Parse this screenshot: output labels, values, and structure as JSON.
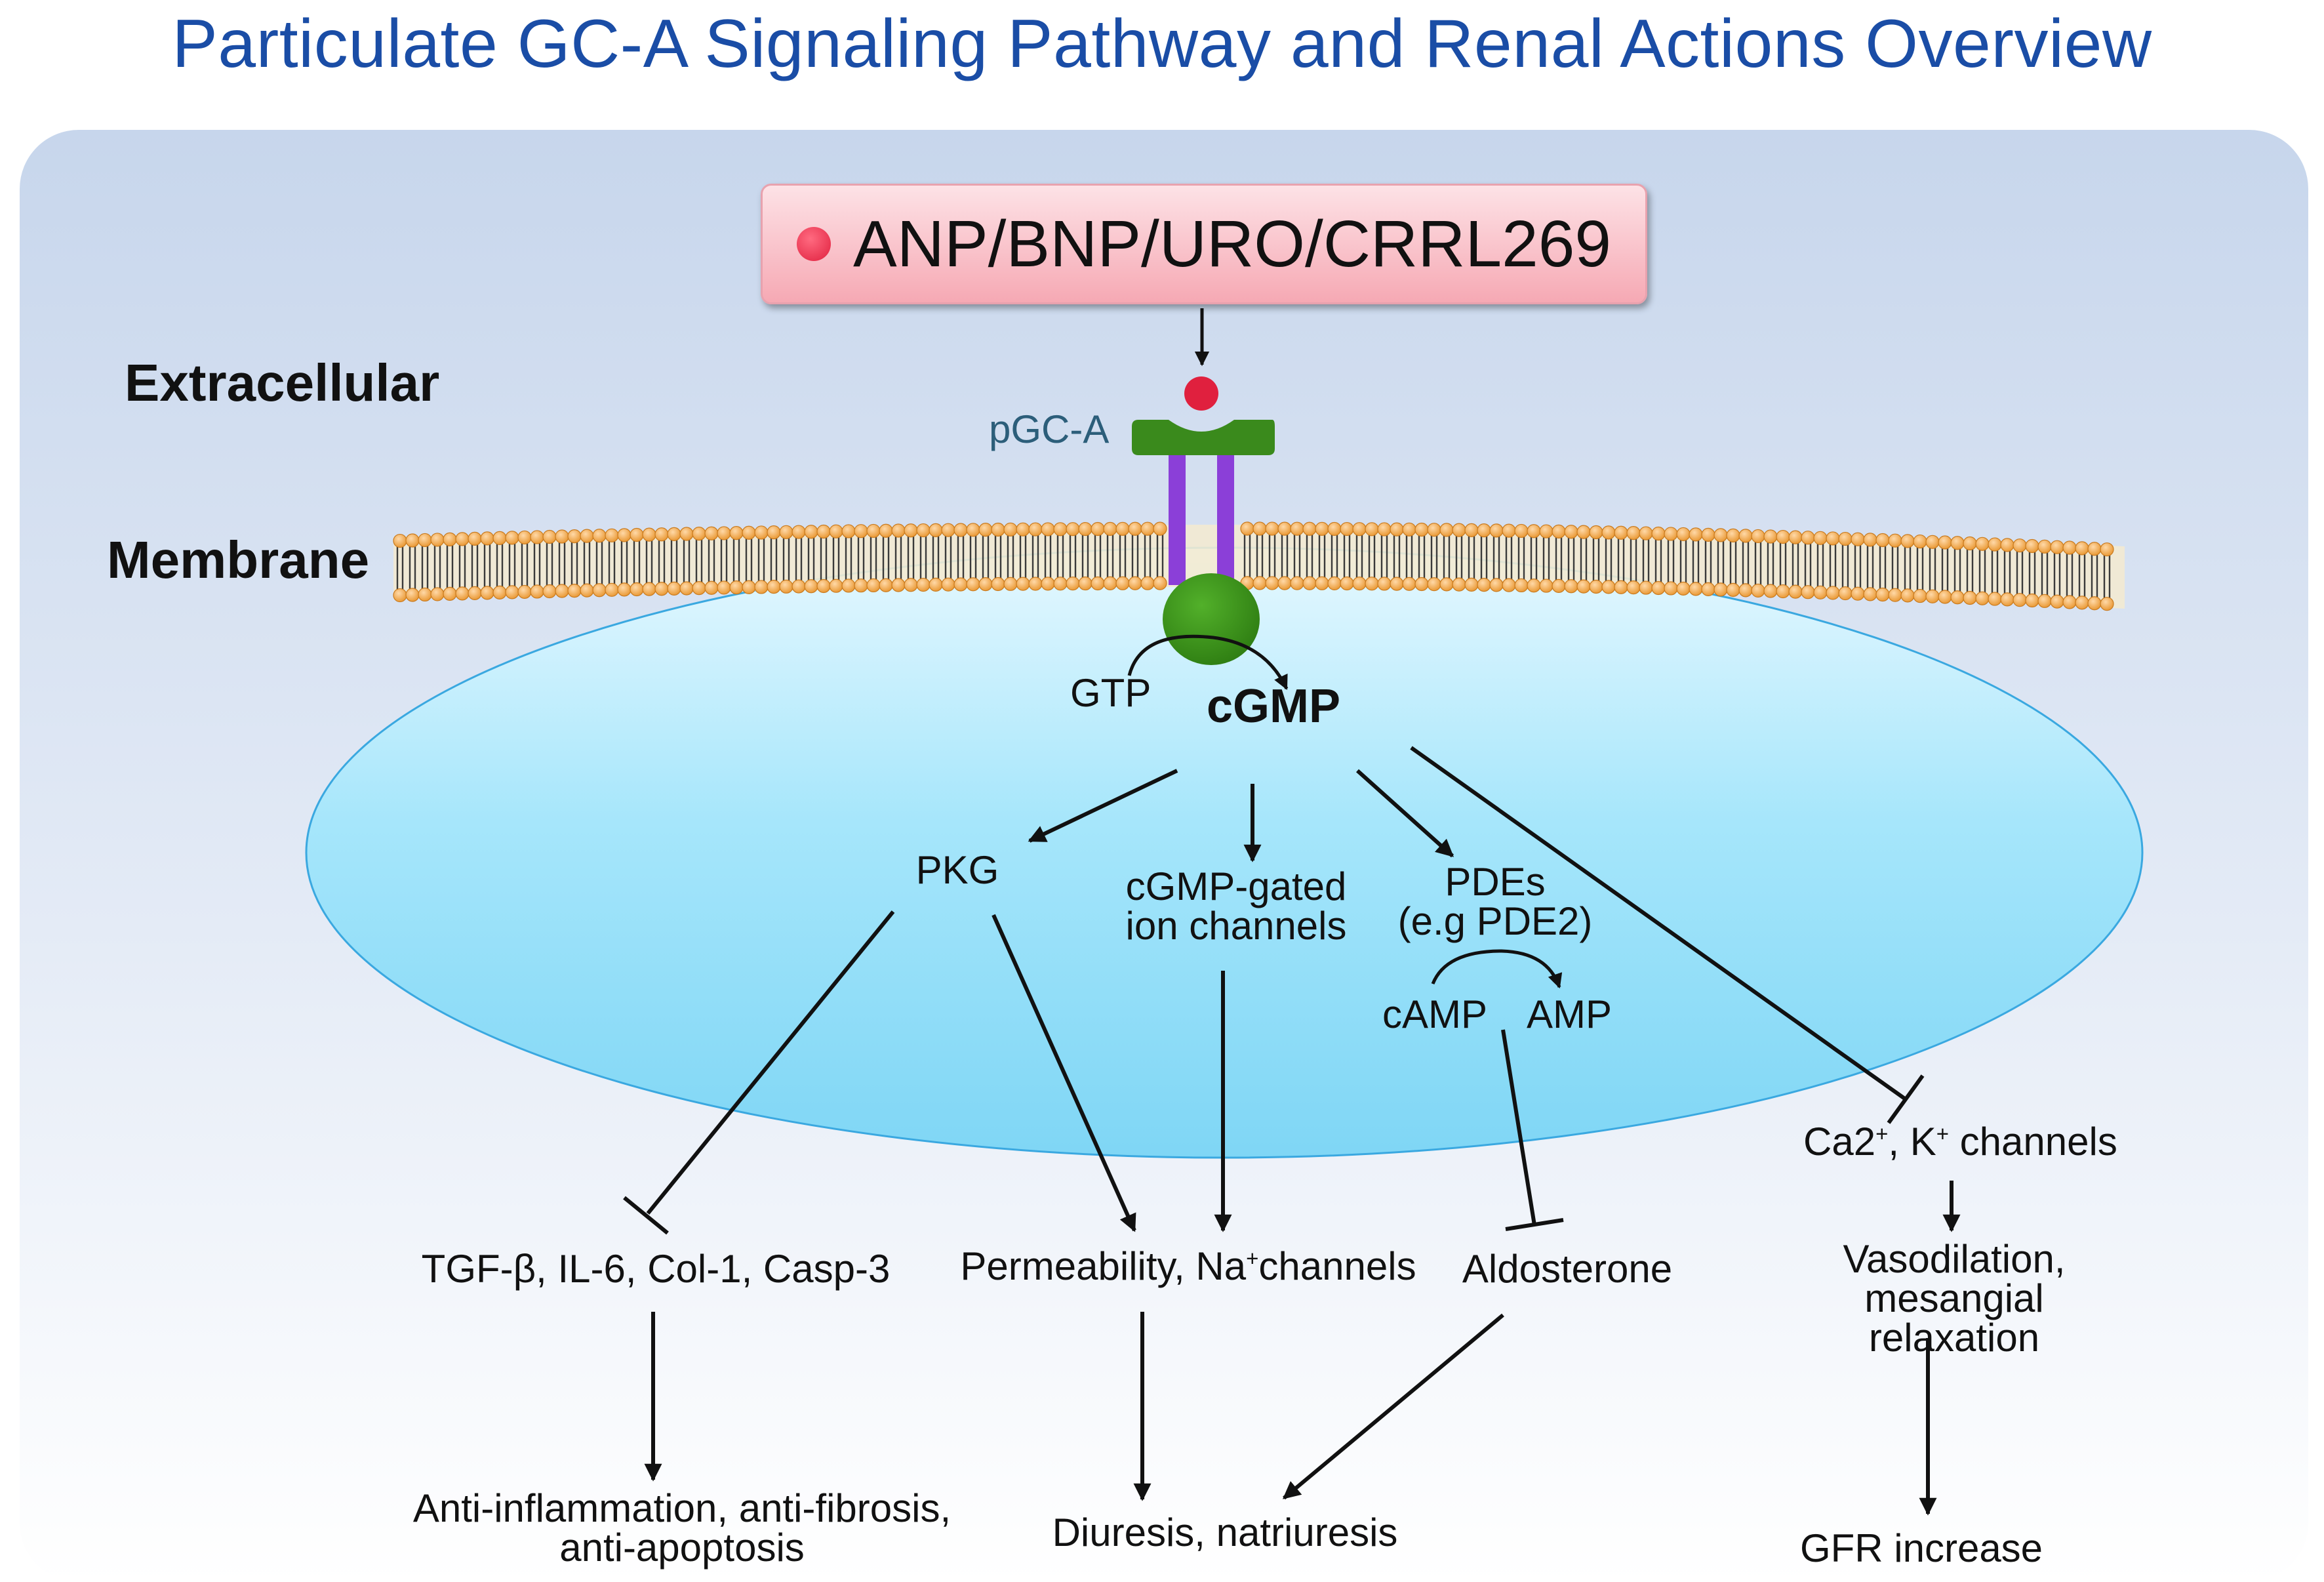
{
  "title": "Particulate GC-A Signaling Pathway and Renal Actions Overview",
  "ligand": "ANP/BNP/URO/CRRL269",
  "regions": {
    "extracellular": "Extracellular",
    "membrane": "Membrane"
  },
  "receptor": "pGC-A",
  "gtp": "GTP",
  "cgmp": "cGMP",
  "effectors": {
    "pkg": "PKG",
    "cng": "cGMP-gated\nion channels",
    "pdes": "PDEs\n(e.g PDE2)",
    "camp": "cAMP",
    "amp": "AMP"
  },
  "channels": {
    "ca_k_prefix": "Ca2",
    "ca_k_mid": ", K",
    "ca_k_suffix": " channels",
    "sup_plus": "+"
  },
  "targets": {
    "tgf": "TGF-β,  IL-6,  Col-1,  Casp-3",
    "perm_prefix": "Permeability, Na",
    "perm_suffix": "channels",
    "aldosterone": "Aldosterone",
    "vaso": "Vasodilation, mesangial\nrelaxation"
  },
  "outcomes": {
    "anti": "Anti-inflammation,  anti-fibrosis,\nanti-apoptosis",
    "diuresis": "Diuresis, natriuresis",
    "gfr": "GFR increase"
  },
  "colors": {
    "title": "#1a4da6",
    "receptor_label": "#2c5e7a",
    "receptor_green": "#3a8a1c",
    "transmembrane": "#8b3fd8",
    "ligand": "#e0203e",
    "cell": "#7fd8f5",
    "background_top": "#c7d6ec"
  },
  "icons": [
    "ligand-dot-icon",
    "receptor-icon",
    "lipid-bilayer-icon"
  ]
}
